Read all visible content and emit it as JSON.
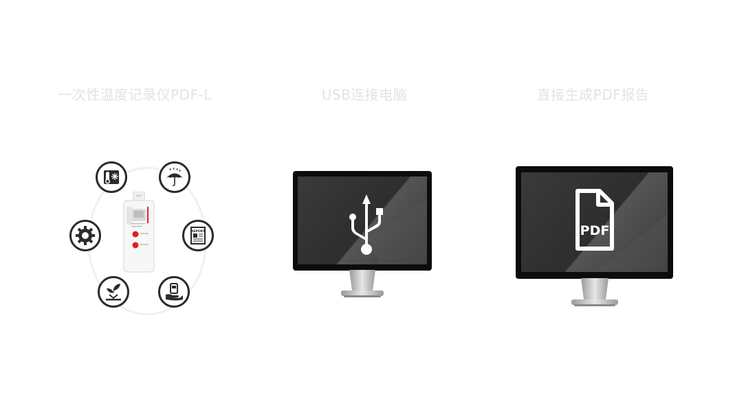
{
  "sections": [
    {
      "title": "一次性温度记录仪PDF-L"
    },
    {
      "title": "USB连接电脑"
    },
    {
      "title": "直接生成PDF报告"
    }
  ],
  "cluster": {
    "icons": [
      "thermometer-snowflake-icon",
      "umbrella-rain-icon",
      "gear-icon",
      "report-icon",
      "plant-growth-icon",
      "hand-device-icon"
    ],
    "report_badge_text": "REPORT"
  },
  "monitor_usb": {
    "icon": "usb-icon"
  },
  "monitor_pdf": {
    "icon": "pdf-file-icon",
    "file_label": "PDF"
  },
  "colors": {
    "title": "#e3e3e3",
    "icon_dark": "#2b2b2b",
    "accent_red": "#e02020"
  }
}
